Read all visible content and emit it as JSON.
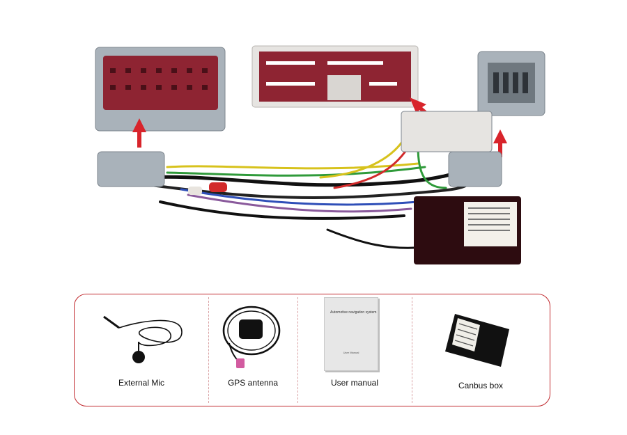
{
  "photo": {
    "icons": [
      "connector-left-icon",
      "connector-center-icon",
      "connector-right-icon",
      "arrow-up-icon",
      "wire-harness-icon",
      "canbus-decoder-icon"
    ]
  },
  "accessories": {
    "items": [
      {
        "label": "External Mic",
        "icon": "microphone-icon"
      },
      {
        "label": "GPS antenna",
        "icon": "gps-antenna-icon"
      },
      {
        "label": "User manual",
        "icon": "manual-icon",
        "cover_title": "Automotive navigation system",
        "cover_footer": "User Manual"
      },
      {
        "label": "Canbus box",
        "icon": "canbus-box-icon"
      }
    ]
  },
  "colors": {
    "accent": "#c0282d",
    "connector_red": "#8e2432",
    "connector_grey": "#9aa3ab"
  }
}
